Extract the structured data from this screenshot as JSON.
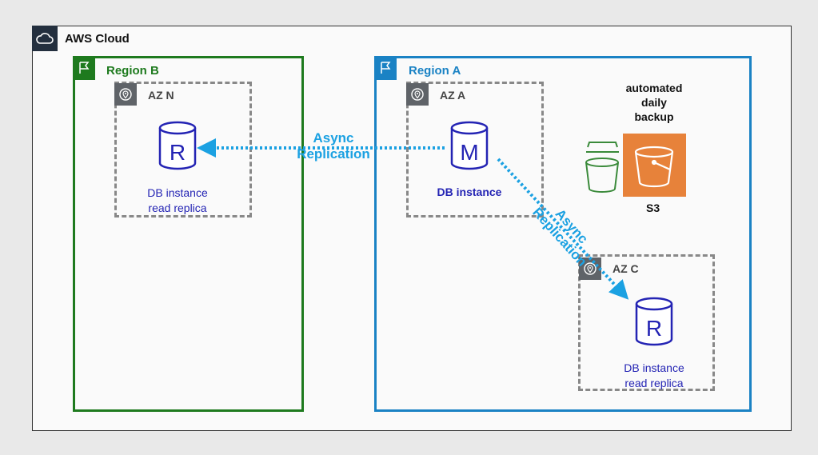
{
  "cloud": {
    "title": "AWS Cloud"
  },
  "region_b": {
    "title": "Region B",
    "color": "#1e7a1e",
    "az": {
      "title": "AZ N",
      "db": {
        "letter": "R",
        "label_line1": "DB instance",
        "label_line2": "read replica"
      }
    }
  },
  "region_a": {
    "title": "Region A",
    "color": "#1a82c4",
    "az_a": {
      "title": "AZ A",
      "db": {
        "letter": "M",
        "label": "DB instance"
      }
    },
    "az_c": {
      "title": "AZ C",
      "db": {
        "letter": "R",
        "label_line1": "DB instance",
        "label_line2": "read replica"
      }
    },
    "backup": {
      "line1": "automated",
      "line2": "daily",
      "line3": "backup",
      "service": "S3"
    }
  },
  "replication": {
    "cross_region": {
      "line1": "Async",
      "line2": "Replication"
    },
    "cross_az": {
      "line1": "Async",
      "line2": "Replication"
    },
    "color": "#1ba1e2"
  },
  "colors": {
    "db": "#2424b4",
    "s3": "#e7823a",
    "bucket_green": "#3a8a3a"
  }
}
